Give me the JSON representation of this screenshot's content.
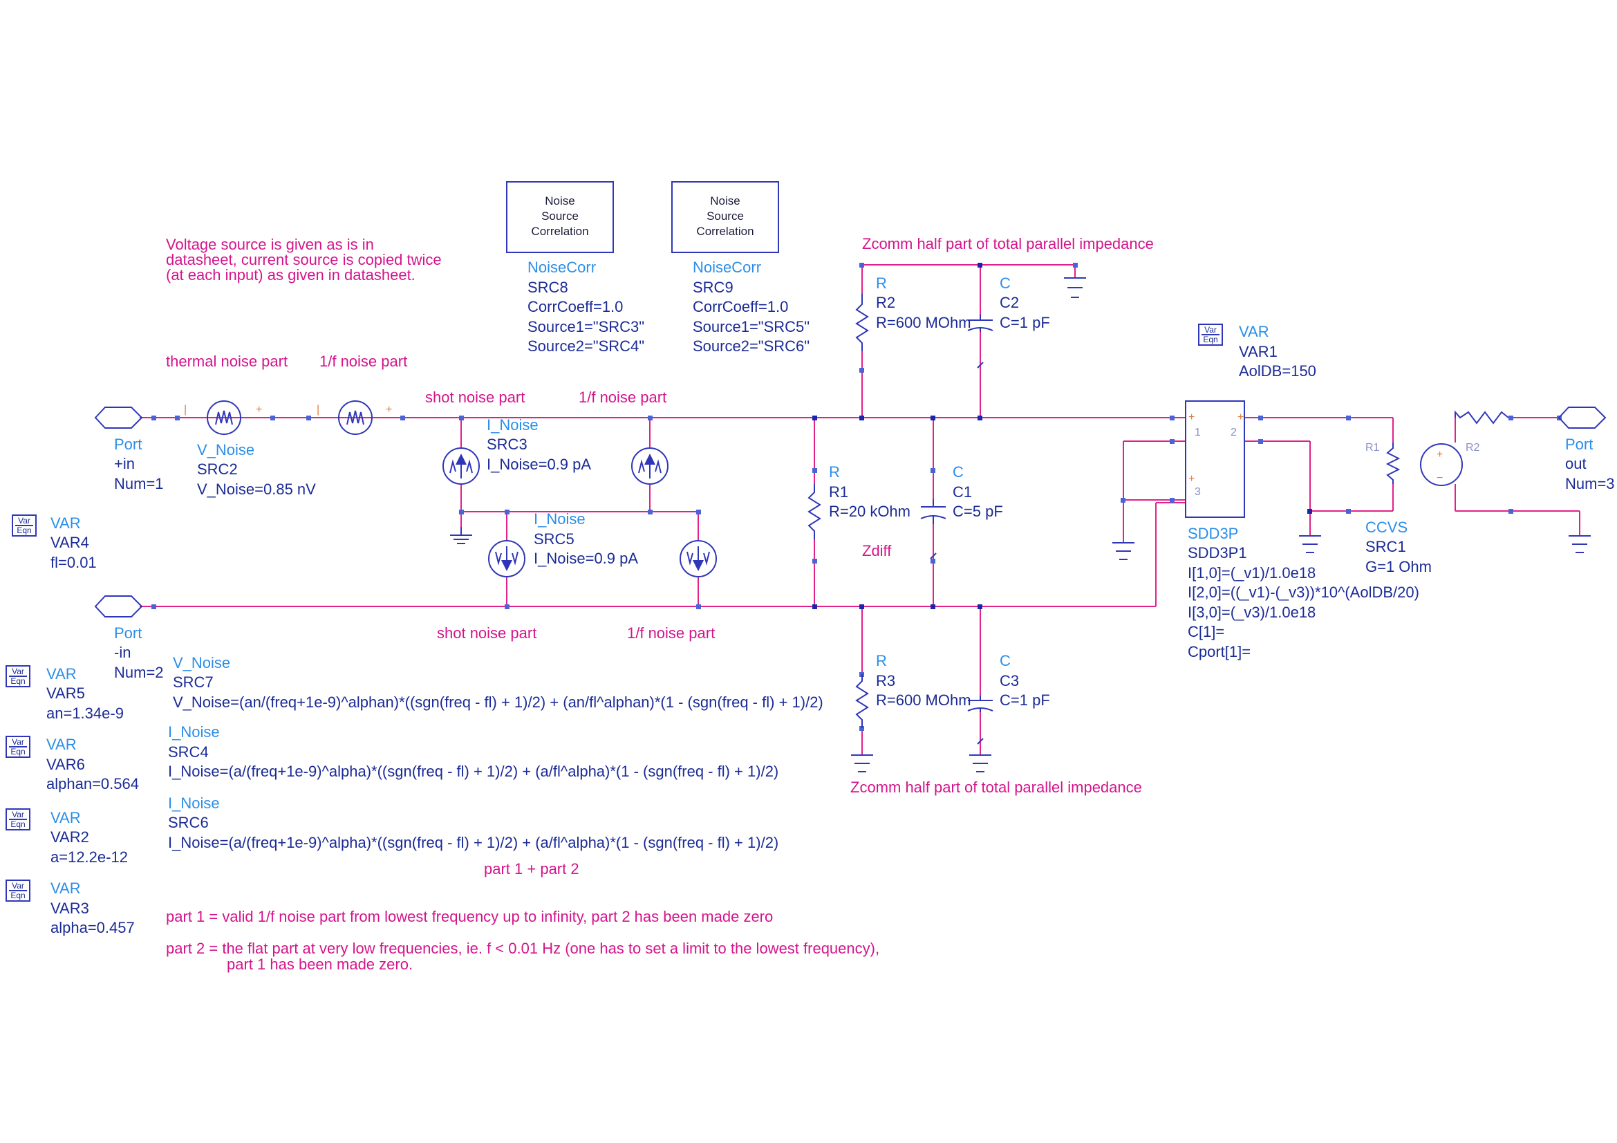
{
  "notes": {
    "source_note_1": "Voltage source is given as is in",
    "source_note_2": "datasheet, current source is copied twice",
    "source_note_3": "(at each input) as given in datasheet.",
    "thermal_noise_part": "thermal noise part",
    "one_f_noise_part_top": "1/f noise part",
    "shot_noise_part_top": "shot noise part",
    "one_f_noise_part_mid": "1/f noise part",
    "shot_noise_part_bottom": "shot noise part",
    "one_f_noise_part_bottom": "1/f noise part",
    "zcomm_top": "Zcomm half part of total parallel impedance",
    "zcomm_bottom": "Zcomm half part of total parallel impedance",
    "zdiff": "Zdiff",
    "part_sum": "part 1 + part 2",
    "part1": "part 1 = valid 1/f noise part from lowest frequency up to infinity, part 2 has been made zero",
    "part2_line1": "part 2 = the flat part at very low frequencies, ie. f < 0.01 Hz (one has to set a limit to the lowest frequency),",
    "part2_line2": "part 1 has been made zero."
  },
  "noisecorr_boxes": [
    {
      "line1": "Noise",
      "line2": "Source",
      "line3": "Correlation",
      "type": "NoiseCorr",
      "name": "SRC8",
      "corr": "CorrCoeff=1.0",
      "src1": "Source1=\"SRC3\"",
      "src2": "Source2=\"SRC4\""
    },
    {
      "line1": "Noise",
      "line2": "Source",
      "line3": "Correlation",
      "type": "NoiseCorr",
      "name": "SRC9",
      "corr": "CorrCoeff=1.0",
      "src1": "Source1=\"SRC5\"",
      "src2": "Source2=\"SRC6\""
    }
  ],
  "ports": {
    "in_plus": {
      "type": "Port",
      "name": "+in",
      "num": "Num=1"
    },
    "in_minus": {
      "type": "Port",
      "name": "-in",
      "num": "Num=2"
    },
    "out": {
      "type": "Port",
      "name": "out",
      "num": "Num=3"
    }
  },
  "sources": {
    "src2": {
      "type": "V_Noise",
      "name": "SRC2",
      "value": "V_Noise=0.85 nV"
    },
    "src3": {
      "type": "I_Noise",
      "name": "SRC3",
      "value": "I_Noise=0.9 pA"
    },
    "src5": {
      "type": "I_Noise",
      "name": "SRC5",
      "value": "I_Noise=0.9 pA"
    },
    "src7": {
      "type": "V_Noise",
      "name": "SRC7",
      "value": "V_Noise=(an/(freq+1e-9)^alphan)*((sgn(freq - fl) + 1)/2) + (an/fl^alphan)*(1 - (sgn(freq - fl) + 1)/2)"
    },
    "src4": {
      "type": "I_Noise",
      "name": "SRC4",
      "value": "I_Noise=(a/(freq+1e-9)^alpha)*((sgn(freq - fl) + 1)/2) + (a/fl^alpha)*(1 - (sgn(freq - fl) + 1)/2)"
    },
    "src6": {
      "type": "I_Noise",
      "name": "SRC6",
      "value": "I_Noise=(a/(freq+1e-9)^alpha)*((sgn(freq - fl) + 1)/2) + (a/fl^alpha)*(1 - (sgn(freq - fl) + 1)/2)"
    }
  },
  "passives": {
    "r1": {
      "type": "R",
      "name": "R1",
      "value": "R=20 kOhm"
    },
    "r2": {
      "type": "R",
      "name": "R2",
      "value": "R=600 MOhm"
    },
    "r3": {
      "type": "R",
      "name": "R3",
      "value": "R=600 MOhm"
    },
    "c1": {
      "type": "C",
      "name": "C1",
      "value": "C=5 pF"
    },
    "c2": {
      "type": "C",
      "name": "C2",
      "value": "C=1 pF"
    },
    "c3": {
      "type": "C",
      "name": "C3",
      "value": "C=1 pF"
    }
  },
  "vars": [
    {
      "icon1": "Var",
      "icon2": "Eqn",
      "type": "VAR",
      "name": "VAR4",
      "value": "fl=0.01"
    },
    {
      "icon1": "Var",
      "icon2": "Eqn",
      "type": "VAR",
      "name": "VAR5",
      "value": "an=1.34e-9"
    },
    {
      "icon1": "Var",
      "icon2": "Eqn",
      "type": "VAR",
      "name": "VAR6",
      "value": "alphan=0.564"
    },
    {
      "icon1": "Var",
      "icon2": "Eqn",
      "type": "VAR",
      "name": "VAR2",
      "value": "a=12.2e-12"
    },
    {
      "icon1": "Var",
      "icon2": "Eqn",
      "type": "VAR",
      "name": "VAR3",
      "value": "alpha=0.457"
    },
    {
      "icon1": "Var",
      "icon2": "Eqn",
      "type": "VAR",
      "name": "VAR1",
      "value": "AolDB=150"
    }
  ],
  "sdd": {
    "type": "SDD3P",
    "name": "SDD3P1",
    "eq1": "I[1,0]=(_v1)/1.0e18",
    "eq2": "I[2,0]=((_v1)-(_v3))*10^(AolDB/20)",
    "eq3": "I[3,0]=(_v3)/1.0e18",
    "eq4": "C[1]=",
    "eq5": "Cport[1]=",
    "pin1": "1",
    "pin2": "2",
    "pin3": "3"
  },
  "ccvs": {
    "type": "CCVS",
    "name": "SRC1",
    "value": "G=1 Ohm",
    "label_r1": "R1",
    "label_r2": "R2"
  },
  "symbols": {
    "plus": "+",
    "minus": "−",
    "bar": "|"
  }
}
